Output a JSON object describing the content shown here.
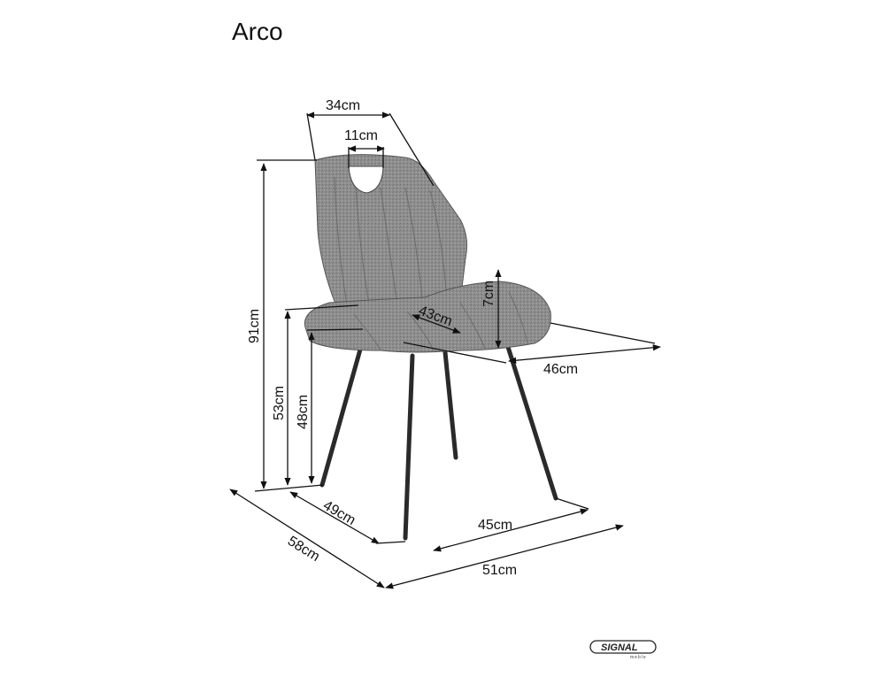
{
  "title": "Arco",
  "dimensions": {
    "back_width": "34cm",
    "handle_width": "11cm",
    "total_height": "91cm",
    "seat_height_front": "53cm",
    "seat_height_back": "48cm",
    "seat_thickness": "7cm",
    "seat_depth": "43cm",
    "seat_width": "46cm",
    "leg_span_side": "49cm",
    "leg_span_front": "45cm",
    "total_depth": "58cm",
    "total_width": "51cm"
  },
  "logo": {
    "name": "SIGNAL",
    "sub": "meble"
  },
  "colors": {
    "fabric": "#8a8a8a",
    "line": "#111111"
  },
  "icons": [
    "chair-illustration",
    "signal-logo"
  ]
}
